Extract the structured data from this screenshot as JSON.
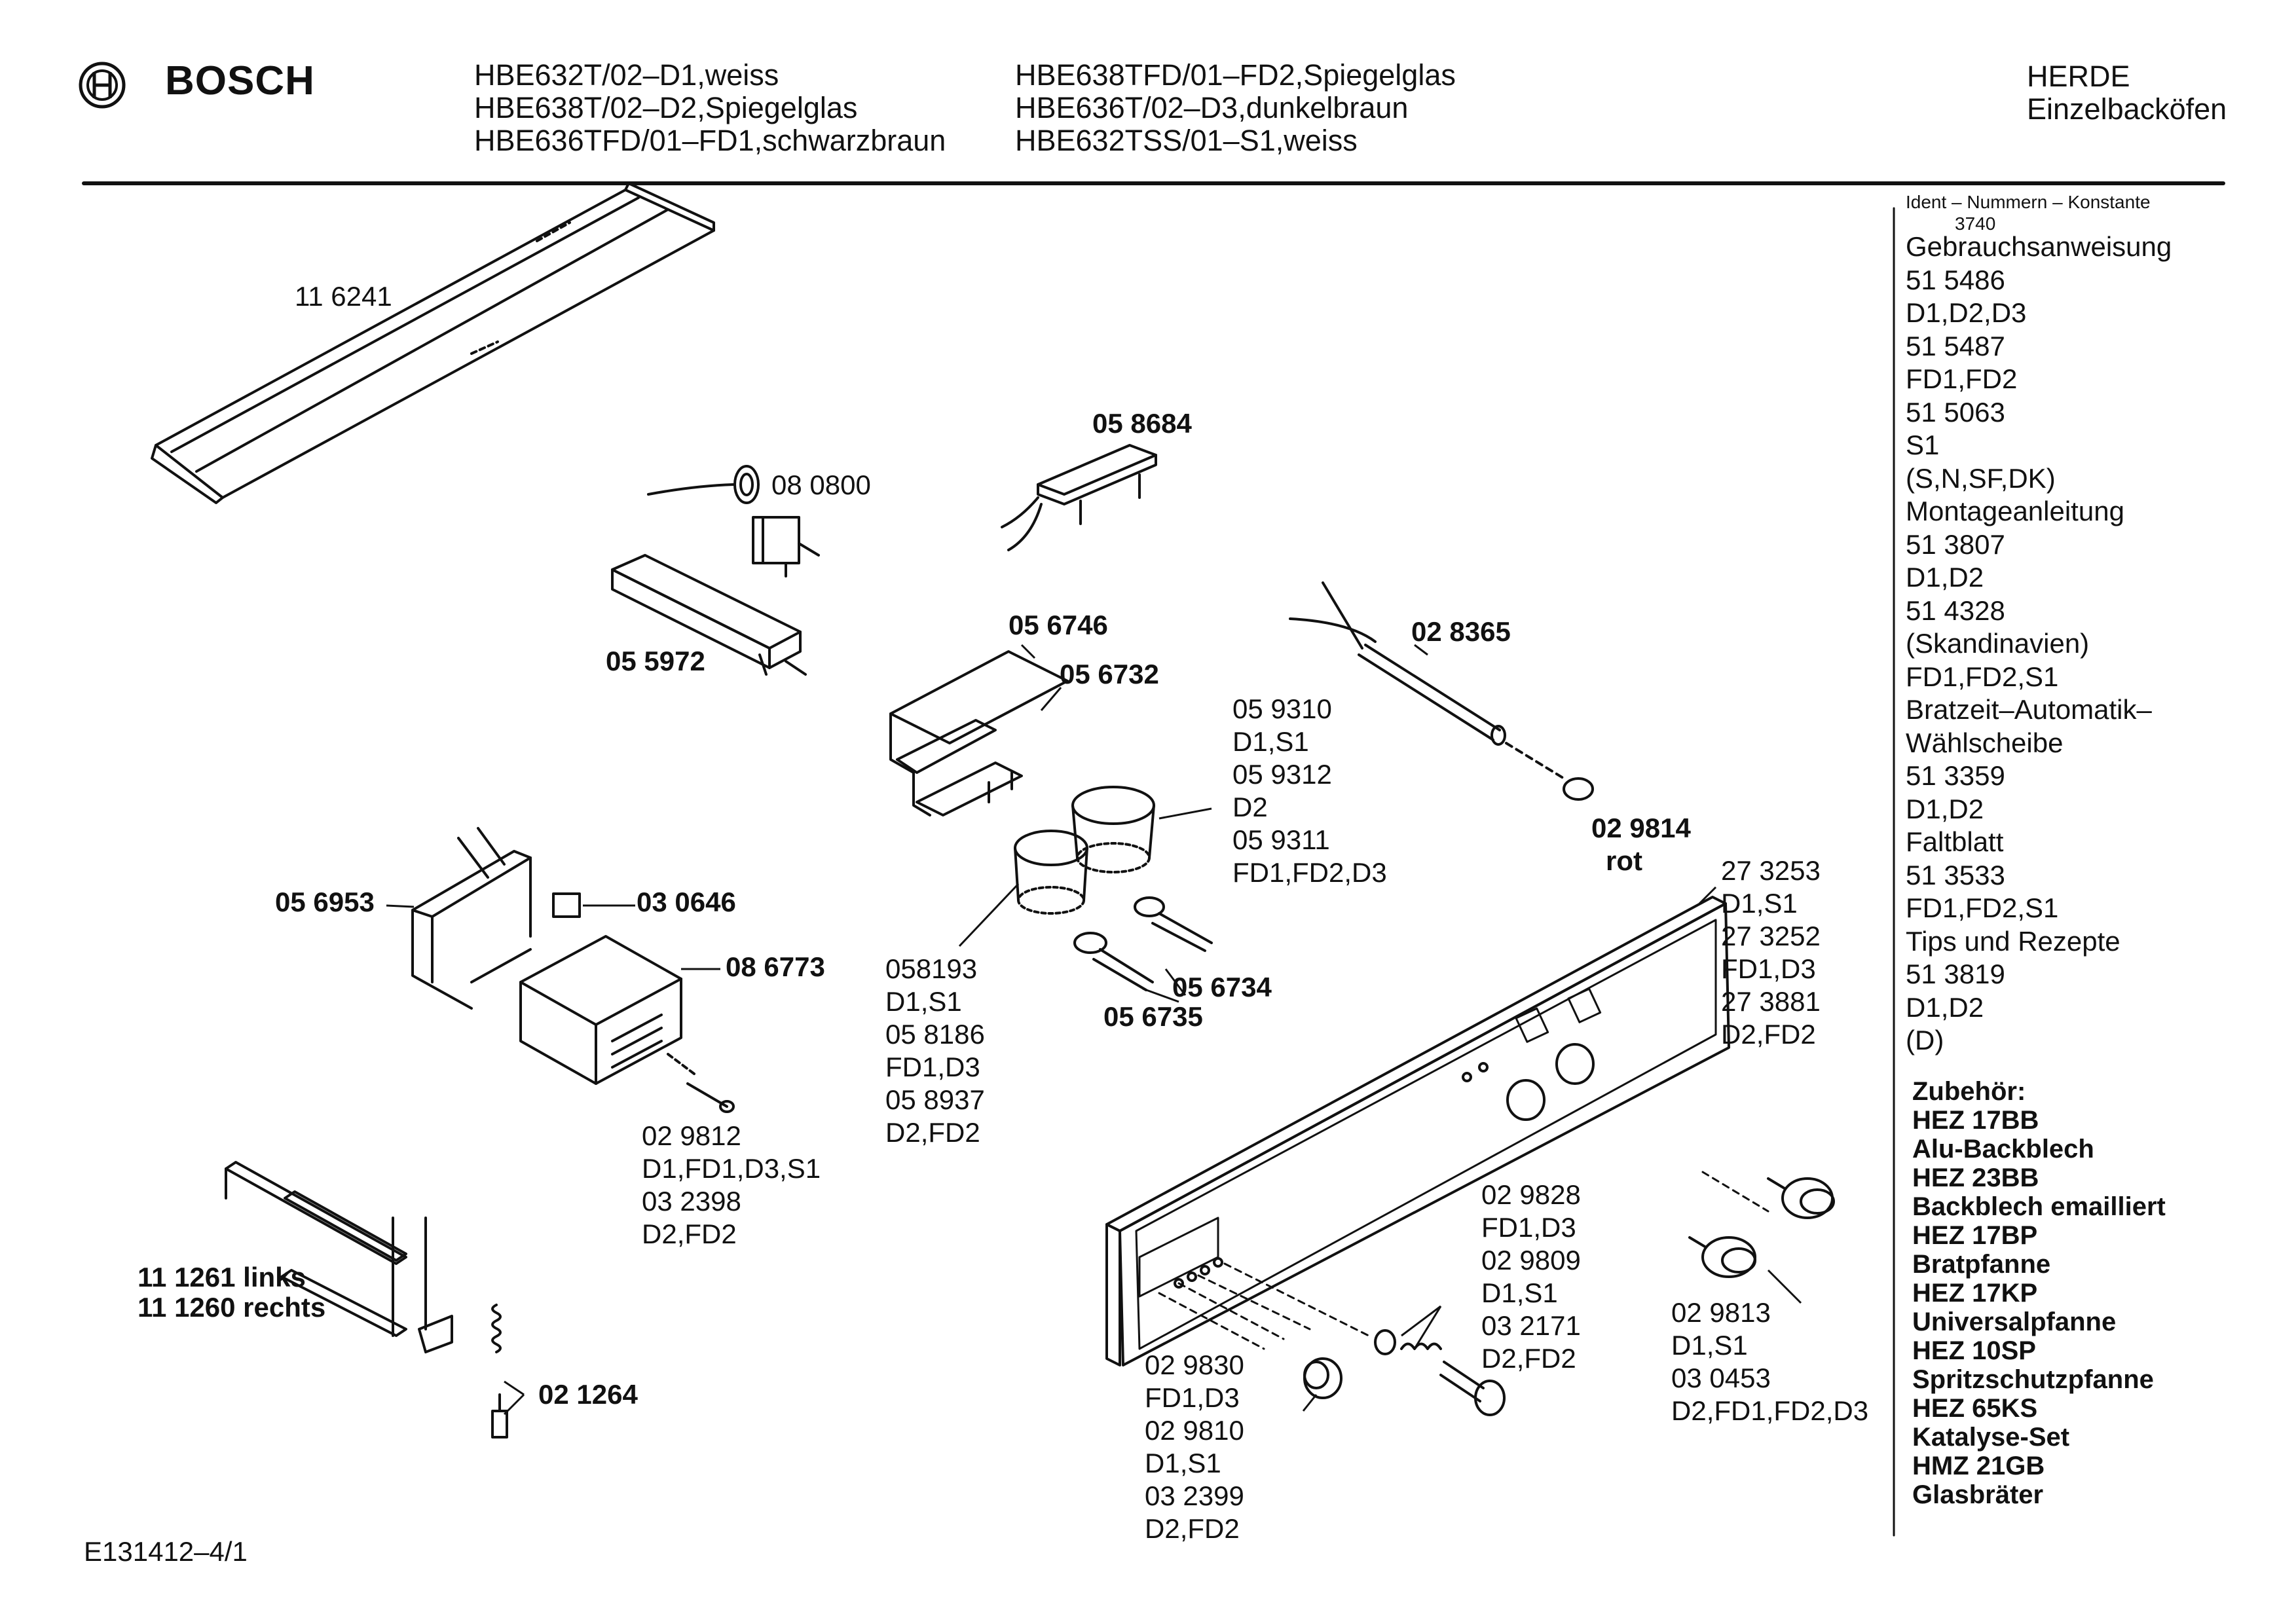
{
  "header": {
    "brand": "BOSCH",
    "models_col1": [
      "HBE632T/02–D1,weiss",
      "HBE638T/02–D2,Spiegelglas",
      "HBE636TFD/01–FD1,schwarzbraun"
    ],
    "models_col2": [
      "HBE638TFD/01–FD2,Spiegelglas",
      "HBE636T/02–D3,dunkelbraun",
      "HBE632TSS/01–S1,weiss"
    ],
    "category": [
      "HERDE",
      "Einzelbacköfen"
    ]
  },
  "sidebar": {
    "ident_title": "Ident – Nummern – Konstante",
    "ident_value": "3740",
    "lines": [
      "Gebrauchsanweisung",
      "51 5486",
      "D1,D2,D3",
      "51 5487",
      "FD1,FD2",
      "51 5063",
      "S1",
      "(S,N,SF,DK)",
      "Montageanleitung",
      "51 3807",
      "D1,D2",
      "51 4328",
      "(Skandinavien)",
      "FD1,FD2,S1",
      "Bratzeit–Automatik–",
      "Wählscheibe",
      "51 3359",
      "D1,D2",
      "Faltblatt",
      "51 3533",
      "FD1,FD2,S1",
      "Tips und Rezepte",
      "51 3819",
      "D1,D2",
      "(D)"
    ],
    "accessories": [
      "Zubehör:",
      "HEZ 17BB",
      "Alu-Backblech",
      "HEZ 23BB",
      "Backblech emailliert",
      "HEZ 17BP",
      "Bratpfanne",
      "HEZ 17KP",
      "Universalpfanne",
      "HEZ 10SP",
      "Spritzschutzpfanne",
      "HEZ 65KS",
      "Katalyse-Set",
      "HMZ 21GB",
      "Glasbräter"
    ]
  },
  "labels": {
    "p116241": "11 6241",
    "p080800": "08 0800",
    "p055972": "05 5972",
    "p058684": "05 8684",
    "p056746": "05 6746",
    "p056732": "05 6732",
    "p028365": "02 8365",
    "p029814": [
      "02 9814",
      "rot"
    ],
    "p059310": [
      "05 9310",
      "D1,S1",
      "05 9312",
      "D2",
      "05 9311",
      "FD1,FD2,D3"
    ],
    "p056953": "05 6953",
    "p030646": "03 0646",
    "p086773": "08 6773",
    "p058193": [
      "058193",
      "D1,S1",
      "05 8186",
      "FD1,D3",
      "05 8937",
      "D2,FD2"
    ],
    "p056734": "05 6734",
    "p056735": "05 6735",
    "p273253": [
      "27 3253",
      "D1,S1",
      "27 3252",
      "FD1,D3",
      "27 3881",
      "D2,FD2"
    ],
    "p029812": [
      "02 9812",
      "D1,FD1,D3,S1",
      "03 2398",
      "D2,FD2"
    ],
    "p111261": [
      "11 1261 links",
      "11 1260 rechts"
    ],
    "p021264": "02 1264",
    "p029828": [
      "02 9828",
      "FD1,D3",
      "02 9809",
      "D1,S1",
      "03 2171",
      "D2,FD2"
    ],
    "p029813": [
      "02 9813",
      "D1,S1",
      "03 0453",
      "D2,FD1,FD2,D3"
    ],
    "p029830": [
      "02 9830",
      "FD1,D3",
      "02 9810",
      "D1,S1",
      "03 2399",
      "D2,FD2"
    ]
  },
  "footer": {
    "doc_id": "E131412–4/1"
  }
}
